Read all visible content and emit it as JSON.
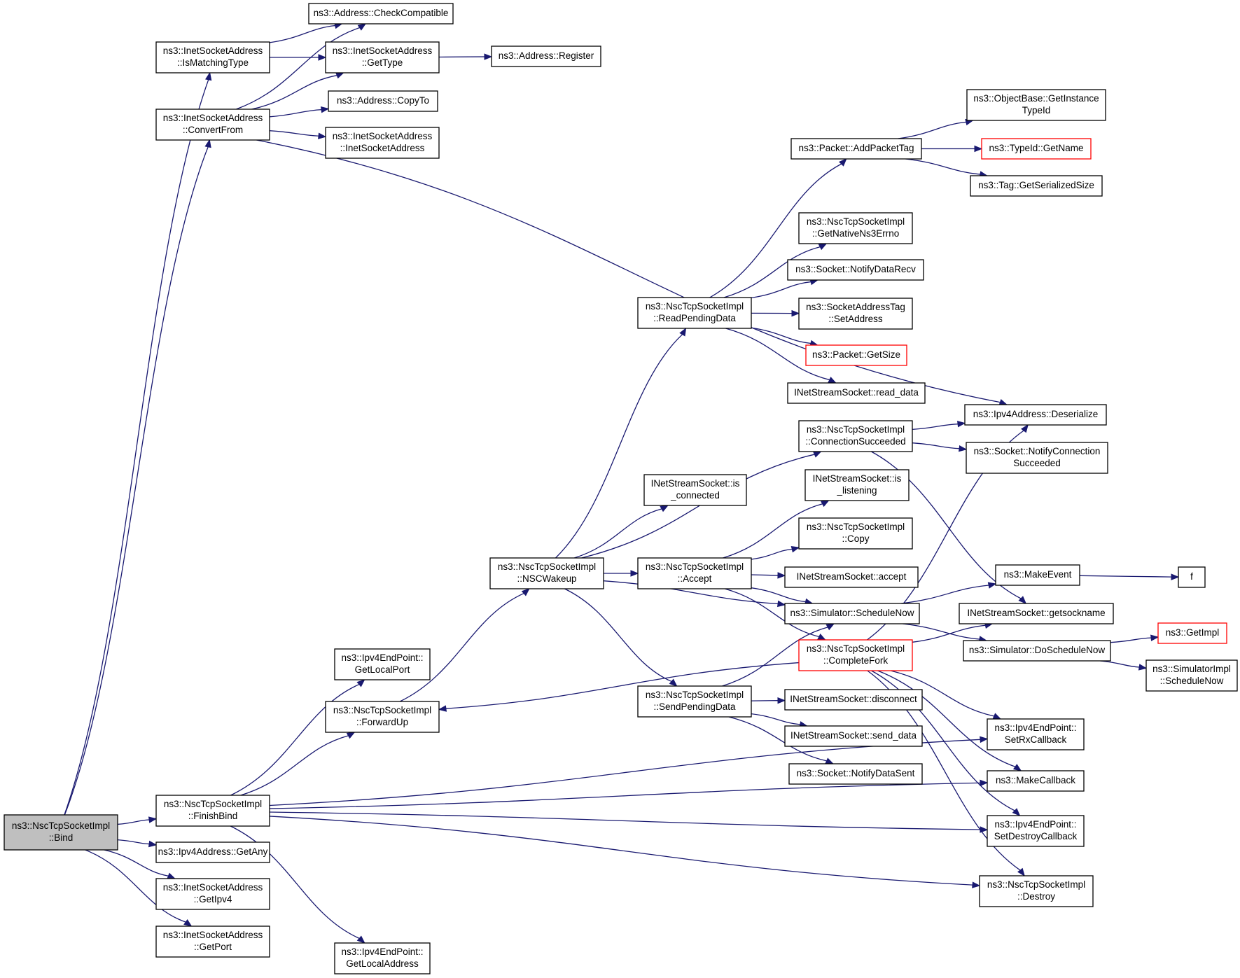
{
  "graph": {
    "nodes": {
      "bind": [
        "ns3::NscTcpSocketImpl",
        "::Bind"
      ],
      "is_matching_type": [
        "ns3::InetSocketAddress",
        "::IsMatchingType"
      ],
      "convert_from": [
        "ns3::InetSocketAddress",
        "::ConvertFrom"
      ],
      "finish_bind": [
        "ns3::NscTcpSocketImpl",
        "::FinishBind"
      ],
      "ipv4_get_any": [
        "ns3::Ipv4Address::GetAny"
      ],
      "get_ipv4": [
        "ns3::InetSocketAddress",
        "::GetIpv4"
      ],
      "get_port": [
        "ns3::InetSocketAddress",
        "::GetPort"
      ],
      "check_compatible": [
        "ns3::Address::CheckCompatible"
      ],
      "get_type": [
        "ns3::InetSocketAddress",
        "::GetType"
      ],
      "copy_to": [
        "ns3::Address::CopyTo"
      ],
      "inet_socket_address": [
        "ns3::InetSocketAddress",
        "::InetSocketAddress"
      ],
      "address_register": [
        "ns3::Address::Register"
      ],
      "ep_get_local_port": [
        "ns3::Ipv4EndPoint::",
        "GetLocalPort"
      ],
      "forward_up": [
        "ns3::NscTcpSocketImpl",
        "::ForwardUp"
      ],
      "ep_get_local_address": [
        "ns3::Ipv4EndPoint::",
        "GetLocalAddress"
      ],
      "nsc_wakeup": [
        "ns3::NscTcpSocketImpl",
        "::NSCWakeup"
      ],
      "read_pending_data": [
        "ns3::NscTcpSocketImpl",
        "::ReadPendingData"
      ],
      "is_connected": [
        "INetStreamSocket::is",
        "_connected"
      ],
      "accept_impl": [
        "ns3::NscTcpSocketImpl",
        "::Accept"
      ],
      "send_pending_data": [
        "ns3::NscTcpSocketImpl",
        "::SendPendingData"
      ],
      "add_packet_tag": [
        "ns3::Packet::AddPacketTag"
      ],
      "get_native_errno": [
        "ns3::NscTcpSocketImpl",
        "::GetNativeNs3Errno"
      ],
      "notify_data_recv": [
        "ns3::Socket::NotifyDataRecv"
      ],
      "set_address": [
        "ns3::SocketAddressTag",
        "::SetAddress"
      ],
      "packet_get_size": [
        "ns3::Packet::GetSize"
      ],
      "read_data": [
        "INetStreamSocket::read_data"
      ],
      "connection_succeeded": [
        "ns3::NscTcpSocketImpl",
        "::ConnectionSucceeded"
      ],
      "is_listening": [
        "INetStreamSocket::is",
        "_listening"
      ],
      "copy_impl": [
        "ns3::NscTcpSocketImpl",
        "::Copy"
      ],
      "nss_accept": [
        "INetStreamSocket::accept"
      ],
      "schedule_now": [
        "ns3::Simulator::ScheduleNow"
      ],
      "complete_fork": [
        "ns3::NscTcpSocketImpl",
        "::CompleteFork"
      ],
      "disconnect": [
        "INetStreamSocket::disconnect"
      ],
      "send_data": [
        "INetStreamSocket::send_data"
      ],
      "notify_data_sent": [
        "ns3::Socket::NotifyDataSent"
      ],
      "get_instance_type_id": [
        "ns3::ObjectBase::GetInstance",
        "TypeId"
      ],
      "type_id_get_name": [
        "ns3::TypeId::GetName"
      ],
      "tag_get_serialized_size": [
        "ns3::Tag::GetSerializedSize"
      ],
      "ipv4_deserialize": [
        "ns3::Ipv4Address::Deserialize"
      ],
      "notify_connection_succeeded": [
        "ns3::Socket::NotifyConnection",
        "Succeeded"
      ],
      "make_event": [
        "ns3::MakeEvent"
      ],
      "getsockname": [
        "INetStreamSocket::getsockname"
      ],
      "do_schedule_now": [
        "ns3::Simulator::DoScheduleNow"
      ],
      "set_rx_callback": [
        "ns3::Ipv4EndPoint::",
        "SetRxCallback"
      ],
      "make_callback": [
        "ns3::MakeCallback"
      ],
      "set_destroy_callback": [
        "ns3::Ipv4EndPoint::",
        "SetDestroyCallback"
      ],
      "destroy": [
        "ns3::NscTcpSocketImpl",
        "::Destroy"
      ],
      "f": [
        "f"
      ],
      "get_impl": [
        "ns3::GetImpl"
      ],
      "simulator_impl_schedule_now": [
        "ns3::SimulatorImpl",
        "::ScheduleNow"
      ]
    }
  }
}
